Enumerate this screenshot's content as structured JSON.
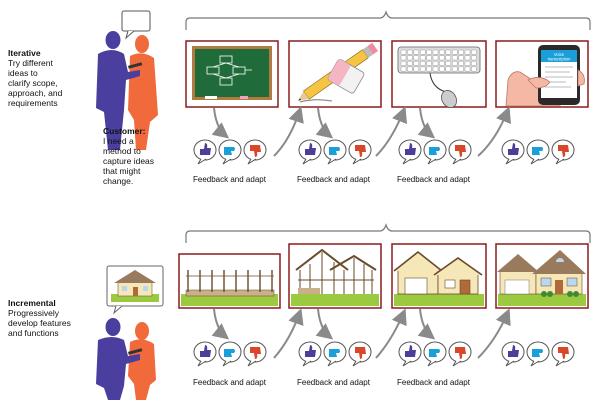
{
  "iterative": {
    "title": "Iterative",
    "lines": [
      "Try different",
      "ideas to",
      "clarify scope,",
      "approach, and",
      "requirements"
    ]
  },
  "customer": {
    "title": "Customer:",
    "lines": [
      "I need a",
      "method to",
      "capture ideas",
      "that might",
      "change."
    ]
  },
  "incremental": {
    "title": "Incremental",
    "lines": [
      "Progressively",
      "develop features",
      "and functions"
    ]
  },
  "feedback_label": "Feedback and adapt",
  "phone_screen": {
    "line1": "Voice",
    "line2": "transcription"
  },
  "colors": {
    "frame_border": "#8b1b1b",
    "customer_front": "#4a3f9e",
    "customer_back": "#f06a3c",
    "thumb_up": "#4b3f98",
    "thumb_mid": "#1b9fd8",
    "thumb_down": "#d9472b",
    "chalkboard": "#1f6b3a",
    "house_wall": "#f6e7b8",
    "house_roof": "#9a7a5c",
    "grass": "#9bc940",
    "arrow": "#888888"
  },
  "icons": [
    "chalkboard-icon",
    "pencil-eraser-icon",
    "keyboard-mouse-icon",
    "phone-in-hand-icon",
    "house-icon",
    "thumbs-up-icon",
    "thumbs-sideways-icon",
    "thumbs-down-icon",
    "speech-bubble-icon"
  ]
}
